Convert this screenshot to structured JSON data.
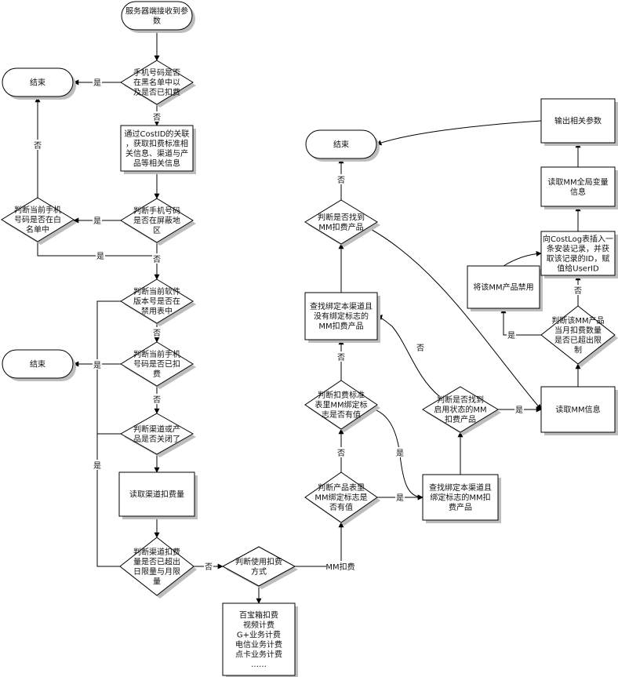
{
  "colors": {
    "fill": "#ffffff",
    "stroke": "#000000",
    "shadow": "#bdbdbd",
    "text": "#111111"
  },
  "nodes": {
    "start": [
      "服务器端接收到参",
      "数"
    ],
    "blacklist_check": [
      "手机号码是否",
      "在黑名单中以",
      "及是否已扣费"
    ],
    "end_1": [
      "结束"
    ],
    "get_fee_info": [
      "通过CostID的关联",
      "，获取扣费标准相",
      "关信息、渠道与产",
      "品等相关信息"
    ],
    "region_check": [
      "判断手机号码",
      "是否在屏蔽地",
      "区"
    ],
    "whitelist_check": [
      "判断当前手机",
      "号码是否在白",
      "名单中"
    ],
    "version_check": [
      "判断当前软件",
      "版本号是否在",
      "禁用表中"
    ],
    "charged_check": [
      "判断当前手机",
      "号码是否已扣",
      "费"
    ],
    "end_2": [
      "结束"
    ],
    "channel_closed_check": [
      "判断渠道或产",
      "品是否关闭了"
    ],
    "read_channel_fee": [
      "读取渠道扣费量"
    ],
    "fee_limit_check": [
      "判断渠道扣费",
      "量是否已超出",
      "日限量与月限",
      "量"
    ],
    "pay_method_check": [
      "判断使用扣费",
      "方式"
    ],
    "other_methods": [
      "百宝箱扣费",
      "视频计费",
      "G+业务计费",
      "电信业务计费",
      "点卡业务计费",
      "……"
    ],
    "product_flag_check": [
      "判断产品表里",
      "MM绑定标志是",
      "否有值"
    ],
    "fee_std_flag_check": [
      "判断扣费标准",
      "表里MM绑定标",
      "志是否有值"
    ],
    "find_unbound_product": [
      "查找绑定本渠道且",
      "没有绑定标志的",
      "MM扣费产品"
    ],
    "found_product_check": [
      "判断是否找到",
      "MM扣费产品"
    ],
    "end_3": [
      "结束"
    ],
    "find_bound_product": [
      "查找绑定本渠道且",
      "绑定标志的MM扣",
      "费产品"
    ],
    "enabled_product_check": [
      "判断是否找到",
      "启用状态的MM",
      "扣费产品"
    ],
    "read_mm_info": [
      "读取MM信息"
    ],
    "mm_limit_check": [
      "判断该MM产品",
      "当月扣费数量",
      "是否已超出限",
      "制"
    ],
    "disable_mm_product": [
      "将该MM产品禁用"
    ],
    "insert_costlog": [
      "向CostLog表插入一",
      "条安装记录，并获",
      "取该记录的ID，赋",
      "值给UserID"
    ],
    "read_mm_globals": [
      "读取MM全局变量",
      "信息"
    ],
    "output_params": [
      "输出相关参数"
    ]
  },
  "edge_labels": {
    "yes": "是",
    "no": "否",
    "mm_fee": "MM扣费"
  }
}
